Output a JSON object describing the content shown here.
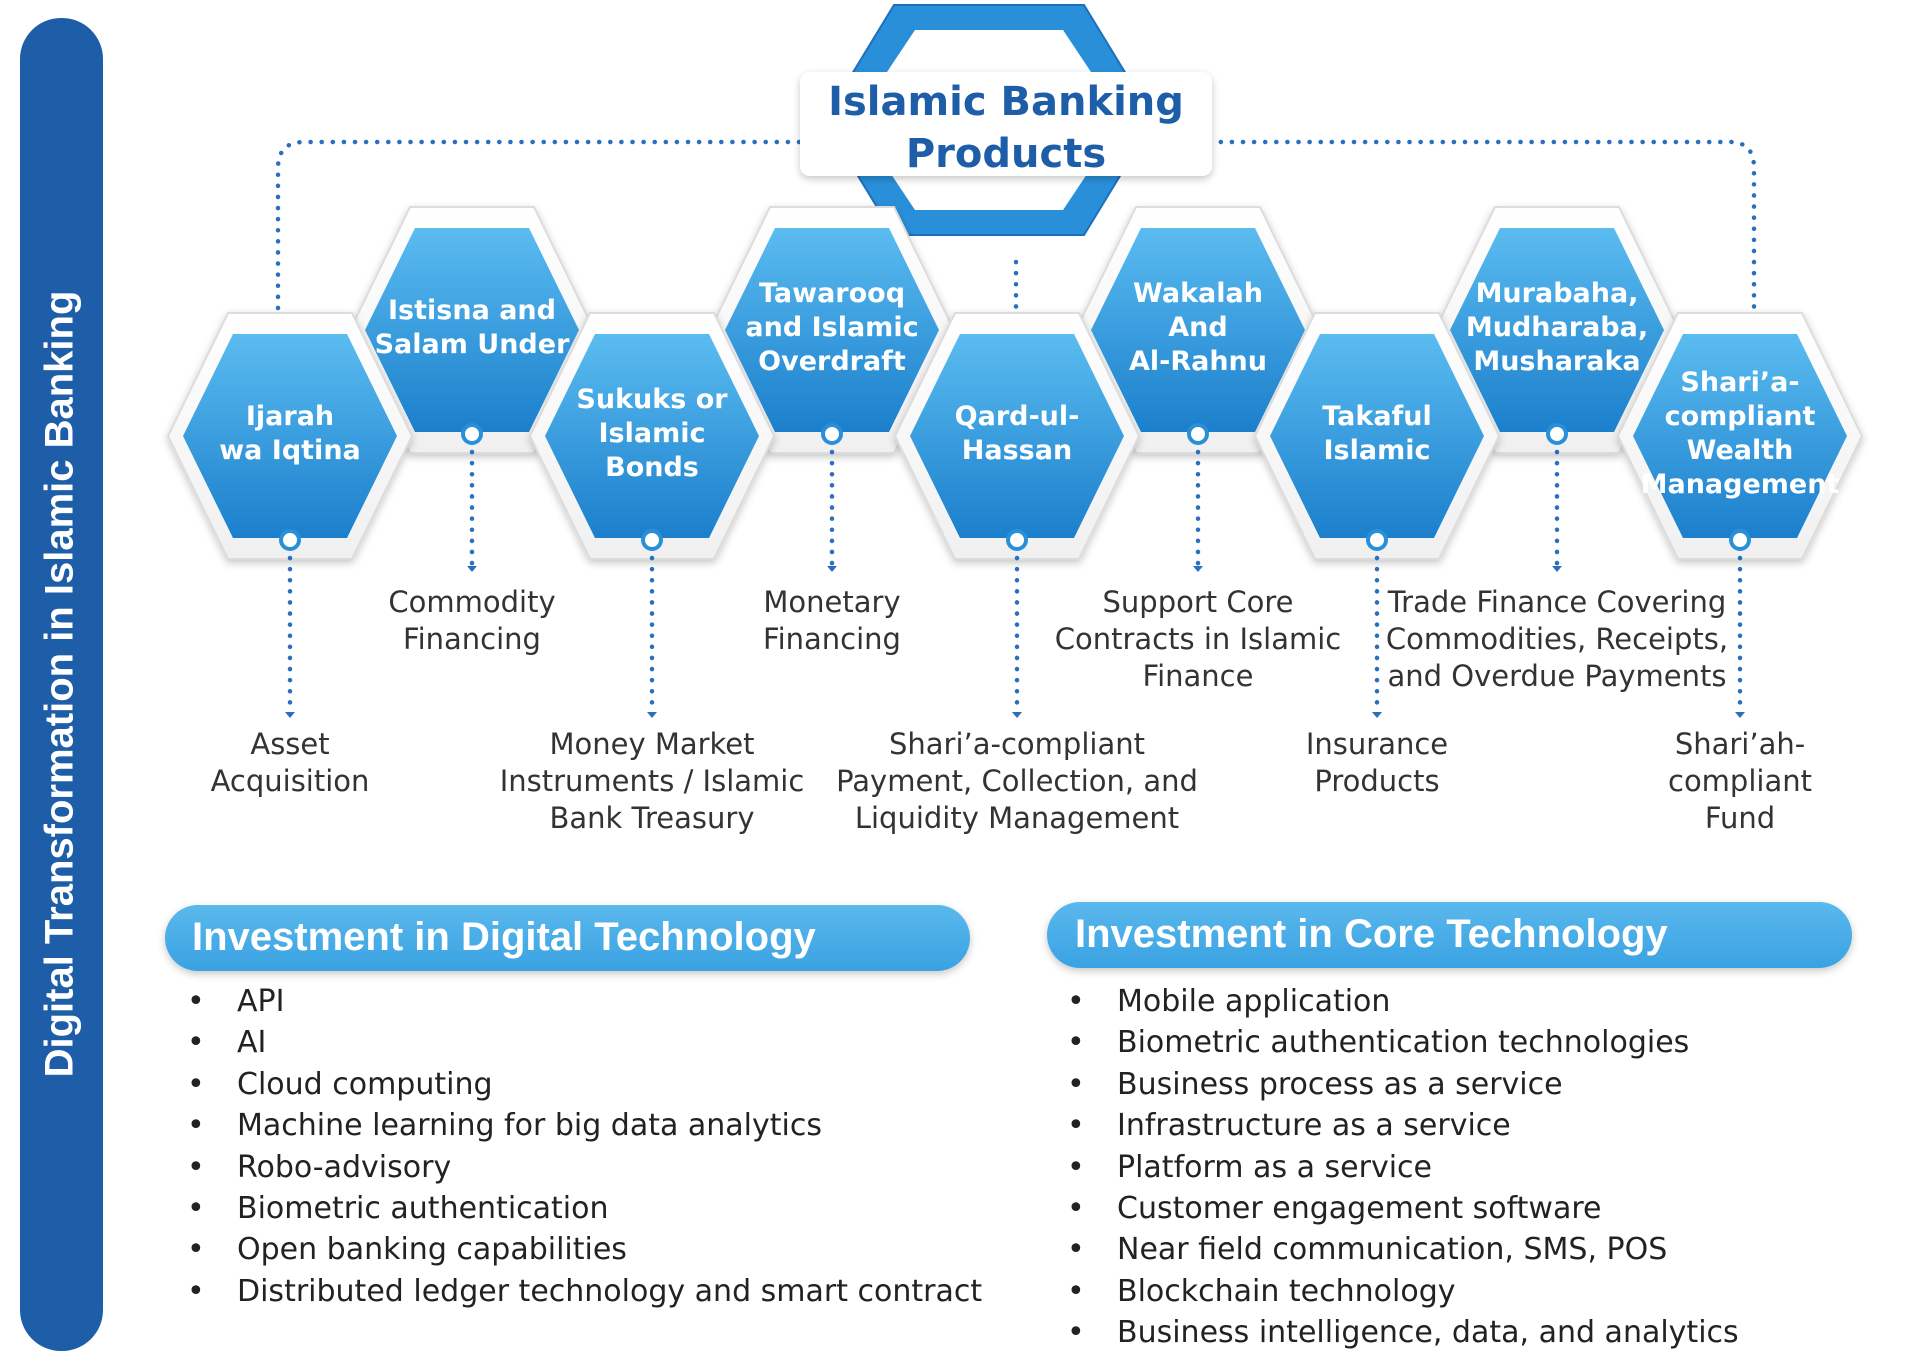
{
  "side_title": "Digital Transformation in Islamic Banking",
  "center_title": {
    "line1": "Islamic Banking",
    "line2": "Products"
  },
  "products": [
    {
      "name": [
        "Ijarah",
        "wa Iqtina"
      ],
      "desc": [
        "Asset",
        "Acquisition"
      ]
    },
    {
      "name": [
        "Istisna and",
        "Salam Under"
      ],
      "desc": [
        "Commodity",
        "Financing"
      ]
    },
    {
      "name": [
        "Sukuks or",
        "Islamic",
        "Bonds"
      ],
      "desc": [
        "Money Market",
        "Instruments / Islamic",
        "Bank Treasury"
      ]
    },
    {
      "name": [
        "Tawarooq",
        "and Islamic",
        "Overdraft"
      ],
      "desc": [
        "Monetary",
        "Financing"
      ]
    },
    {
      "name": [
        "Qard-ul-",
        "Hassan"
      ],
      "desc": [
        "Shari’a-compliant",
        "Payment, Collection, and",
        "Liquidity Management"
      ]
    },
    {
      "name": [
        "Wakalah",
        "And",
        "Al-Rahnu"
      ],
      "desc": [
        "Support Core",
        "Contracts in Islamic",
        "Finance"
      ]
    },
    {
      "name": [
        "Takaful",
        "Islamic"
      ],
      "desc": [
        "Insurance",
        "Products"
      ]
    },
    {
      "name": [
        "Murabaha,",
        "Mudharaba,",
        "Musharaka"
      ],
      "desc": [
        "Trade Finance Covering",
        "Commodities, Receipts,",
        "and Overdue Payments"
      ]
    },
    {
      "name": [
        "Shari’a-",
        "compliant",
        "Wealth",
        "Management"
      ],
      "desc": [
        "Shari’ah-",
        "compliant",
        "Fund"
      ]
    }
  ],
  "digital": {
    "title": "Investment in Digital Technology",
    "items": [
      "API",
      "AI",
      "Cloud computing",
      "Machine learning for big data analytics",
      "Robo-advisory",
      "Biometric authentication",
      "Open banking capabilities",
      "Distributed ledger technology and smart contract"
    ]
  },
  "core": {
    "title": "Investment in Core Technology",
    "items": [
      "Mobile application",
      "Biometric authentication technologies",
      "Business process as a service",
      "Infrastructure as a service",
      "Platform as a service",
      "Customer engagement software",
      "Near field communication, SMS, POS",
      "Blockchain technology",
      "Business intelligence, data, and analytics"
    ]
  },
  "colors": {
    "primary": "#1e5da8",
    "hex_light": "#4fb3ea",
    "hex_dark": "#1b82cf",
    "dot": "#2a6fbf"
  }
}
